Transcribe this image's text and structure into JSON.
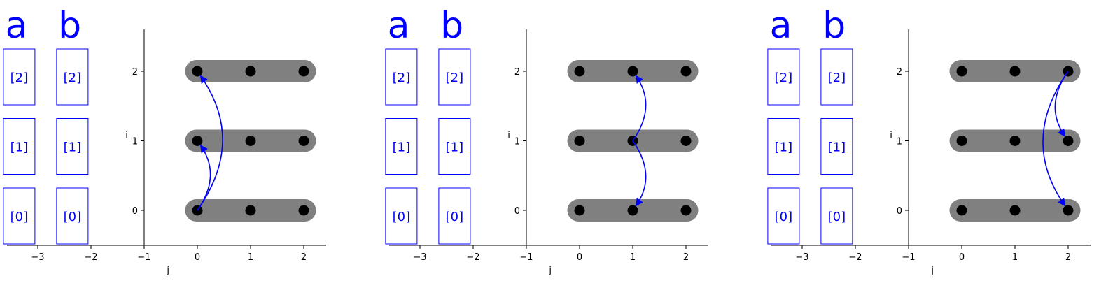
{
  "colors": {
    "array": "#0000ff",
    "arrow": "#0000ff",
    "band": "#808080",
    "point": "#000000",
    "axis": "#000000"
  },
  "axes": {
    "xlabel": "j",
    "ylabel": "i",
    "x_tick_labels": [
      "−3",
      "−2",
      "−1",
      "0",
      "1",
      "2"
    ],
    "y_tick_labels": [
      "0",
      "1",
      "2"
    ]
  },
  "array_names": [
    "a",
    "b"
  ],
  "cell_labels": [
    "[0]",
    "[1]",
    "[2]"
  ],
  "panels": [
    {
      "dependencies": [
        {
          "from": [
            0,
            0
          ],
          "to": [
            1,
            0
          ],
          "bend": "right"
        },
        {
          "from": [
            0,
            0
          ],
          "to": [
            2,
            0
          ],
          "bend": "right"
        }
      ]
    },
    {
      "dependencies": [
        {
          "from": [
            1,
            1
          ],
          "to": [
            2,
            1
          ],
          "bend": "right"
        },
        {
          "from": [
            1,
            1
          ],
          "to": [
            0,
            1
          ],
          "bend": "left"
        }
      ]
    },
    {
      "dependencies": [
        {
          "from": [
            2,
            2
          ],
          "to": [
            1,
            2
          ],
          "bend": "right"
        },
        {
          "from": [
            2,
            2
          ],
          "to": [
            0,
            2
          ],
          "bend": "right"
        }
      ]
    }
  ]
}
